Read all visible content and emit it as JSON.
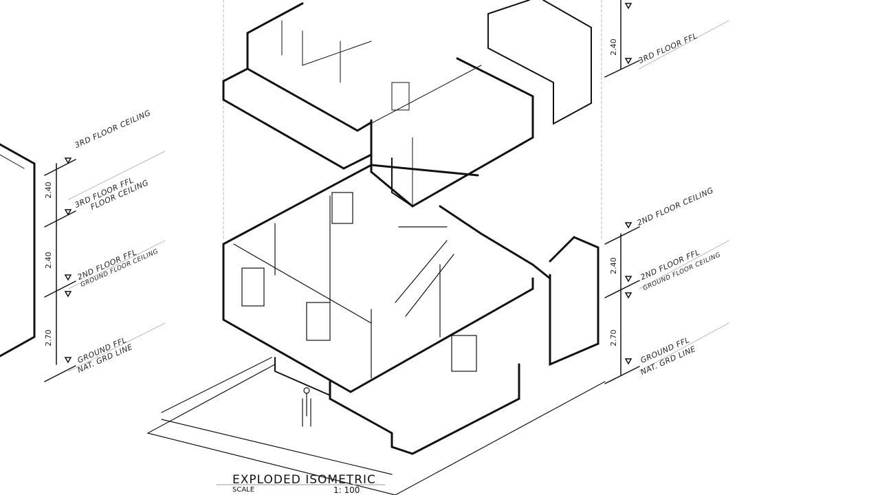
{
  "drawing": {
    "title": "EXPLODED ISOMETRIC",
    "scale_label": "SCALE",
    "scale_value": "1: 100",
    "line_color": "#111111"
  },
  "left_levels": {
    "labels": [
      "3RD FLOOR CEILING",
      "3RD FLOOR FFL",
      "FLOOR CEILING",
      "2ND FLOOR FFL",
      "GROUND FLOOR CEILING",
      "GROUND FFL",
      "NAT. GRD LINE"
    ],
    "dims": [
      "2.40",
      "2.40",
      "2.70"
    ]
  },
  "right_levels": {
    "labels": [
      "2ND FLOOR CEILING",
      "2ND FLOOR FFL",
      "GROUND FLOOR CEILING",
      "GROUND FFL",
      "NAT. GRD LINE"
    ],
    "dims": [
      "2.40",
      "2.70"
    ]
  },
  "top_right_levels": {
    "labels": [
      "3RD FLOOR FFL"
    ],
    "dims": [
      "2.40"
    ]
  }
}
